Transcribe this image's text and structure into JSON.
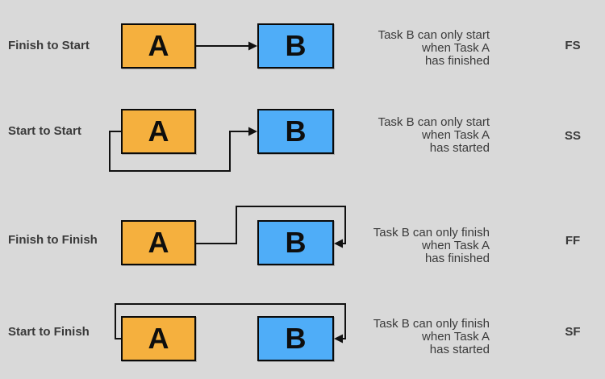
{
  "colors": {
    "background": "#D9D9D9",
    "task_a_fill": "#F5B03E",
    "task_b_fill": "#4FADF8",
    "line": "#111111",
    "text": "#3A3A3A"
  },
  "rows": [
    {
      "label": "Finish to Start",
      "abbr": "FS",
      "task_a": "A",
      "task_b": "B",
      "desc1": "Task B can only start",
      "desc2": "when Task A",
      "desc3": "has finished"
    },
    {
      "label": "Start to Start",
      "abbr": "SS",
      "task_a": "A",
      "task_b": "B",
      "desc1": "Task B can only start",
      "desc2": "when Task A",
      "desc3": "has started"
    },
    {
      "label": "Finish to Finish",
      "abbr": "FF",
      "task_a": "A",
      "task_b": "B",
      "desc1": "Task B can only finish",
      "desc2": "when Task A",
      "desc3": "has finished"
    },
    {
      "label": "Start to Finish",
      "abbr": "SF",
      "task_a": "A",
      "task_b": "B",
      "desc1": "Task B can only finish",
      "desc2": "when Task A",
      "desc3": "has started"
    }
  ]
}
